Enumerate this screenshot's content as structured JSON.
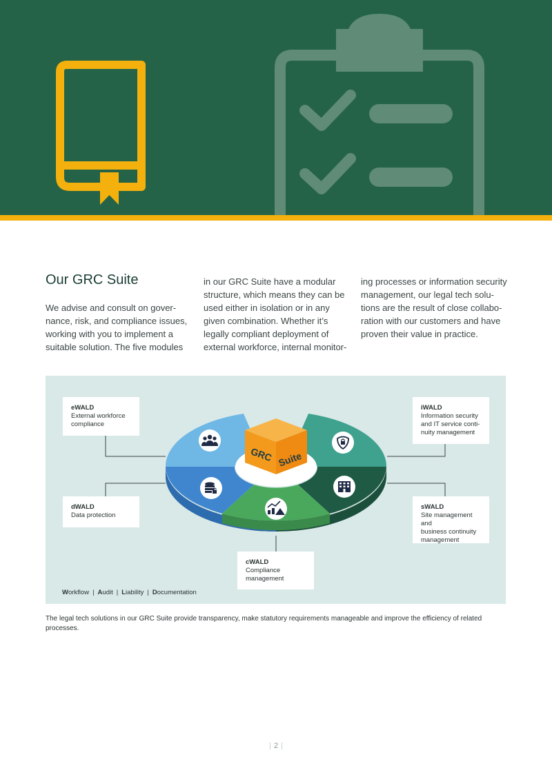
{
  "colors": {
    "banner_green": "#246347",
    "accent_yellow": "#f4b10e",
    "diagram_bg": "#d9e9e8",
    "ewald": "#6fb8e6",
    "iwald": "#3ea28e",
    "dwald": "#3f86cf",
    "swald": "#1f5a44",
    "cwald": "#4aa85d",
    "cube": "#f4a223"
  },
  "banner": {
    "icons": [
      "book-bookmark-icon",
      "clipboard-checklist-icon"
    ]
  },
  "intro": {
    "heading": "Our GRC Suite",
    "col1": [
      "We advise and consult on gover-",
      "nance, risk, and compliance issues,",
      "working with you to implement a",
      "suitable solution. The five modules"
    ],
    "col2": [
      "in our GRC Suite have a modular",
      "structure, which means they can be",
      "used either in isolation or in any",
      "given combination. Whether it’s",
      "legally compliant deployment of",
      "external workforce, internal monitor-"
    ],
    "col3": [
      "ing processes or information security",
      "management, our legal tech solu-",
      "tions are the result of close collabo-",
      "ration with our customers and have",
      "proven their value in practice."
    ]
  },
  "diagram": {
    "center_word_1": "GRC",
    "center_word_2": "Suite",
    "modules": {
      "ewald": {
        "name": "eWALD",
        "desc": "External workforce\ncompliance",
        "icon": "people-group-icon"
      },
      "iwald": {
        "name": "iWALD",
        "desc": "Information security\nand IT service conti-\nnuity management",
        "icon": "shield-lock-icon"
      },
      "dwald": {
        "name": "dWALD",
        "desc": "Data protection",
        "icon": "database-lock-icon"
      },
      "swald": {
        "name": "sWALD",
        "desc": "Site management and\nbusiness continuity\nmanagement",
        "icon": "building-icon"
      },
      "cwald": {
        "name": "cWALD",
        "desc": "Compliance\nmanagement",
        "icon": "chart-warning-icon"
      }
    },
    "footer": {
      "w_initial": "W",
      "w_rest": "orkflow",
      "a_initial": "A",
      "a_rest": "udit",
      "l_initial": "L",
      "l_rest": "iability",
      "d_initial": "D",
      "d_rest": "ocumentation",
      "separator": "|"
    }
  },
  "caption": "The legal tech solutions in our GRC Suite provide transparency, make statutory requirements manageable and improve the efficiency of related processes.",
  "page": {
    "number": "2",
    "bar": "|"
  }
}
